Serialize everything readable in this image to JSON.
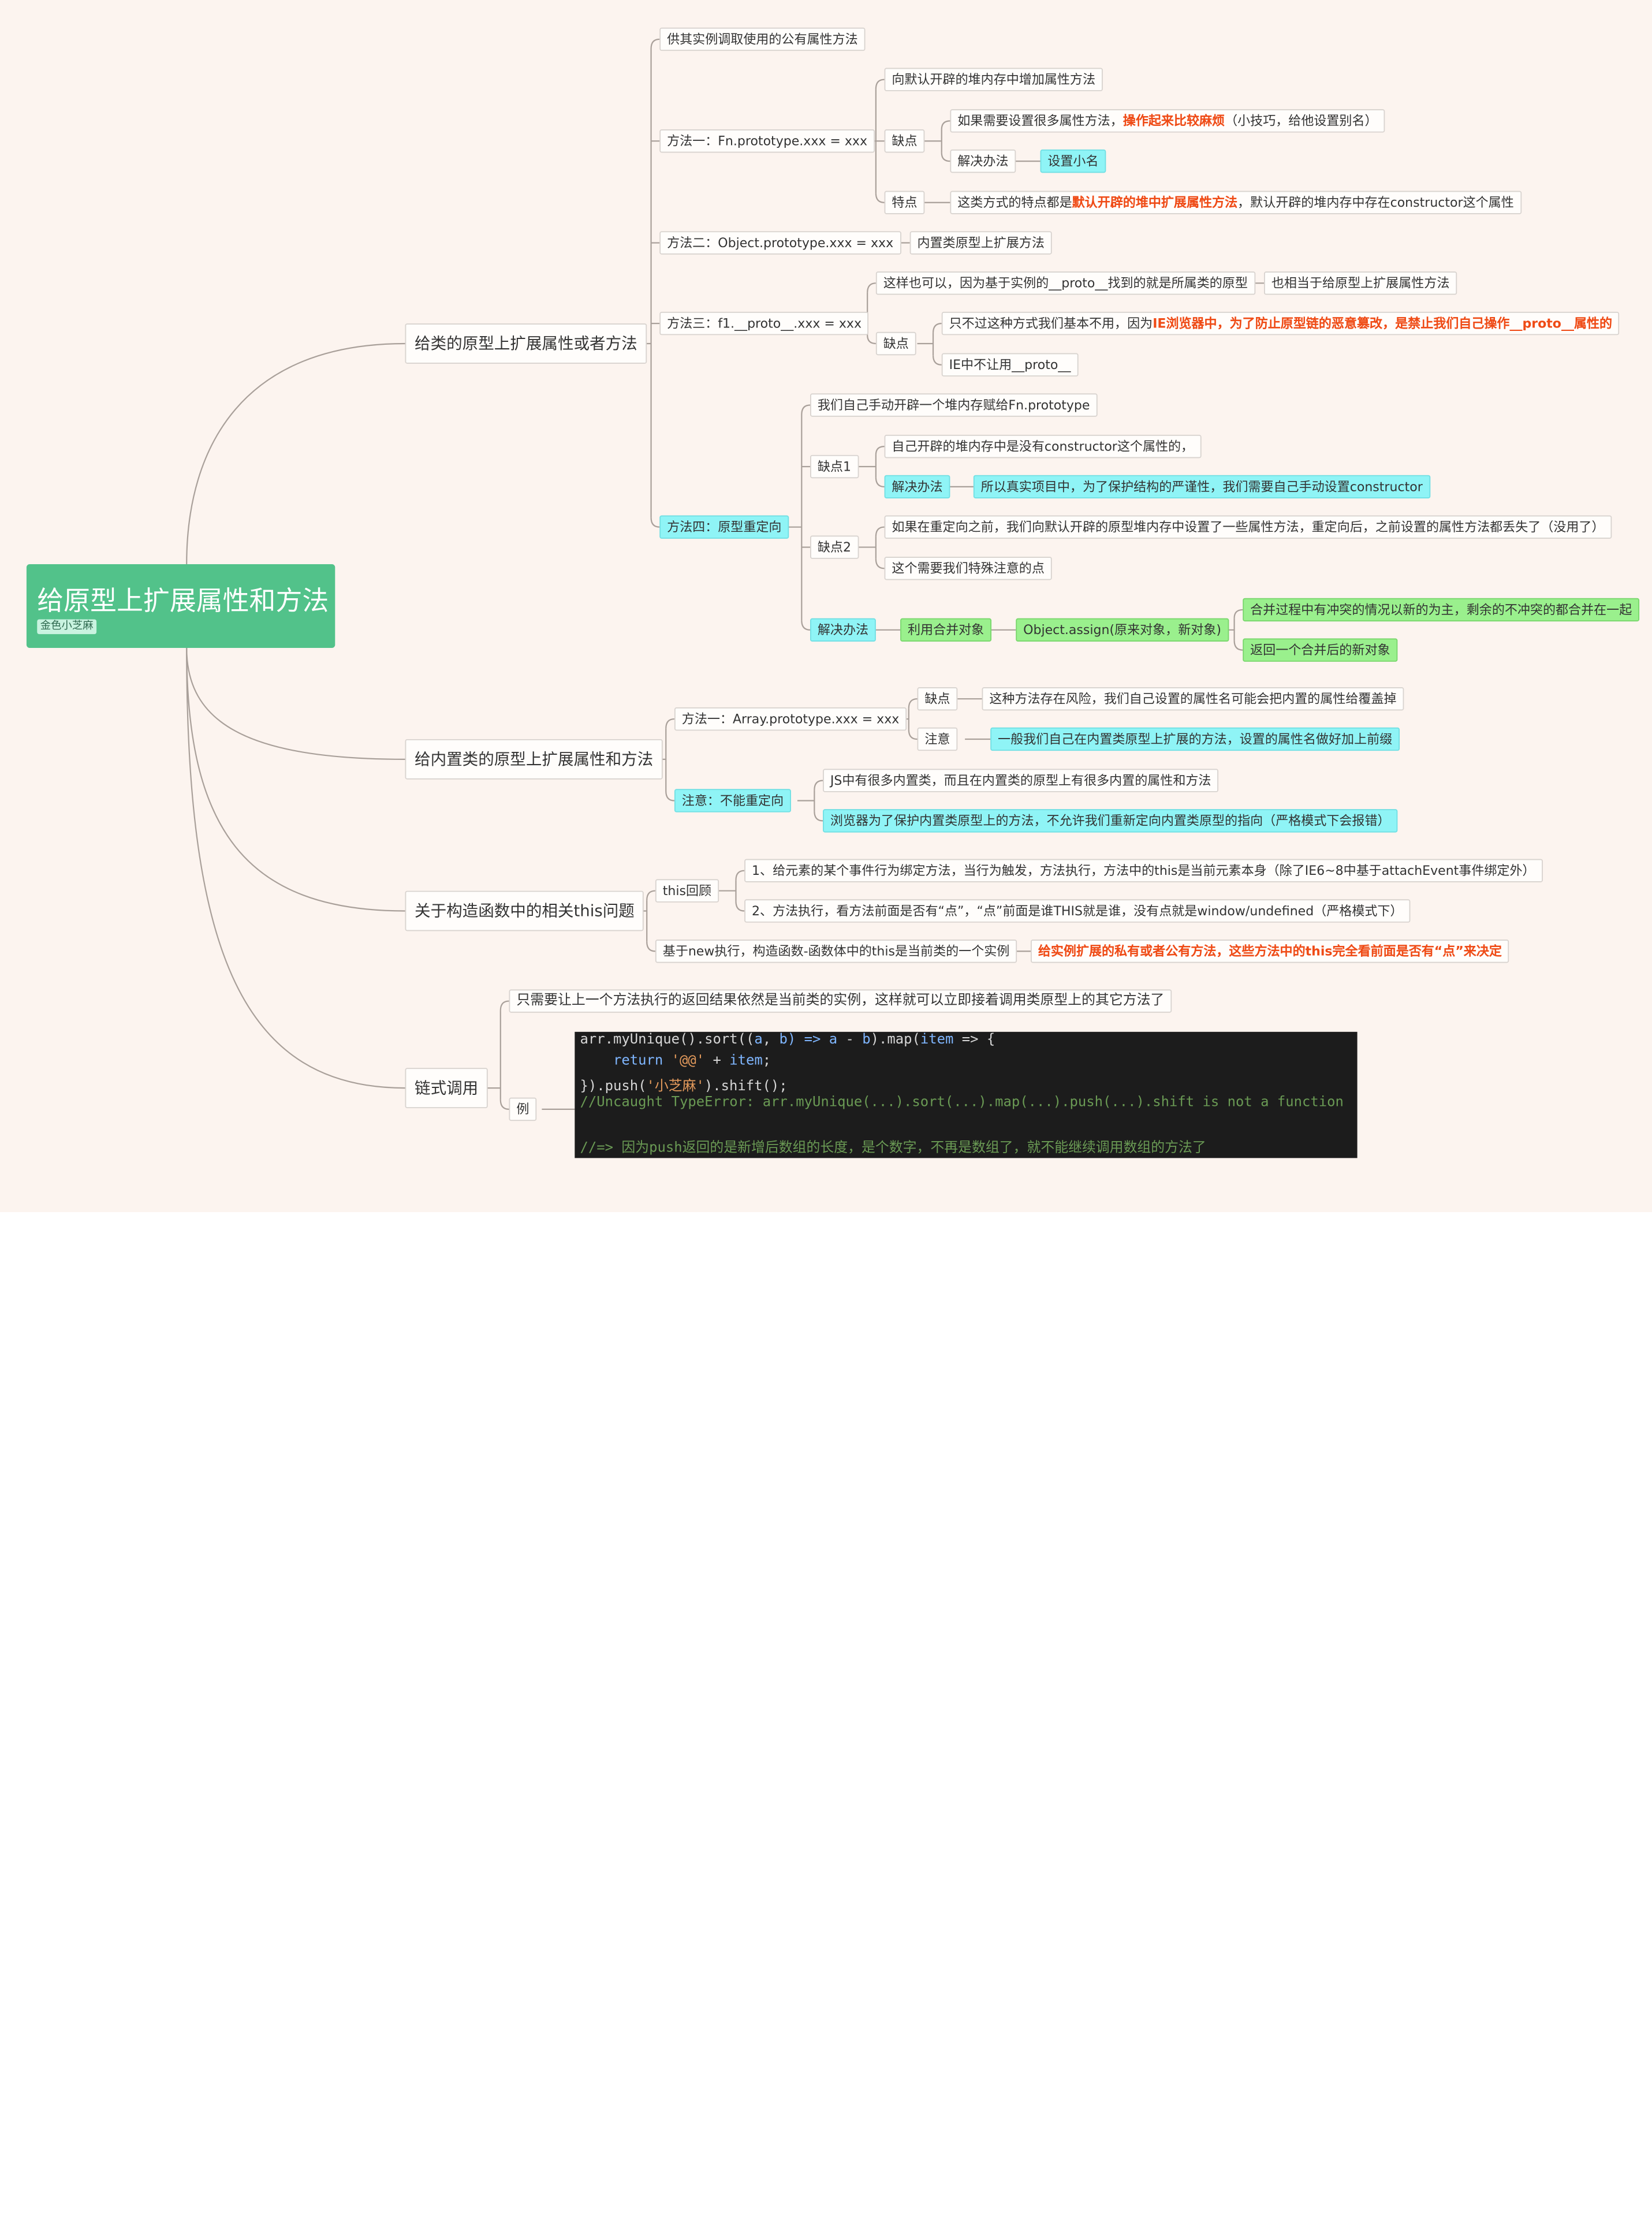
{
  "root": {
    "title": "给原型上扩展属性和方法",
    "author": "金色小芝麻"
  },
  "b1": {
    "label": "给类的原型上扩展属性或者方法",
    "public": "供其实例调取使用的公有属性方法",
    "m1": {
      "label": "方法一：Fn.prototype.xxx = xxx",
      "add": "向默认开辟的堆内存中增加属性方法",
      "cons": "缺点",
      "cons_text": {
        "a": "如果需要设置很多属性方法，",
        "b": "操作起来比较麻烦",
        "c": "（小技巧，给他设置别名）"
      },
      "solution": "解决办法",
      "alias": "设置小名",
      "feature": "特点",
      "feature_text": {
        "a": "这类方式的特点都是",
        "b": "默认开辟的堆中扩展属性方法",
        "c": "，默认开辟的堆内存中存在constructor这个属性"
      }
    },
    "m2": {
      "label": "方法二：Object.prototype.xxx = xxx",
      "note": "内置类原型上扩展方法"
    },
    "m3": {
      "label": "方法三：f1.__proto__.xxx = xxx",
      "also": "这样也可以，因为基于实例的__proto__找到的就是所属类的原型",
      "equiv": "也相当于给原型上扩展属性方法",
      "cons": "缺点",
      "cons1": {
        "a": "只不过这种方式我们基本不用，因为",
        "b": "IE浏览器中，为了防止原型链的恶意篡改，是禁止我们自己操作__proto__属性的"
      },
      "cons2": "IE中不让用__proto__"
    },
    "m4": {
      "label": "方法四：原型重定向",
      "manual": "我们自己手动开辟一个堆内存赋给Fn.prototype",
      "cons1": "缺点1",
      "no_ctor": "自己开辟的堆内存中是没有constructor这个属性的，",
      "sol1": "解决办法",
      "sol1_text": "所以真实项目中，为了保护结构的严谨性，我们需要自己手动设置constructor",
      "cons2": "缺点2",
      "lost": "如果在重定向之前，我们向默认开辟的原型堆内存中设置了一些属性方法，重定向后，之前设置的属性方法都丢失了（没用了）",
      "attention": "这个需要我们特殊注意的点",
      "sol2": "解决办法",
      "merge": "利用合并对象",
      "assign": "Object.assign(原来对象，新对象)",
      "conflict": "合并过程中有冲突的情况以新的为主，剩余的不冲突的都合并在一起",
      "returns": "返回一个合并后的新对象"
    }
  },
  "b2": {
    "label": "给内置类的原型上扩展属性和方法",
    "m1": {
      "label": "方法一：Array.prototype.xxx = xxx",
      "cons": "缺点",
      "cons_text": "这种方法存在风险，我们自己设置的属性名可能会把内置的属性给覆盖掉",
      "note": "注意",
      "note_text": "一般我们自己在内置类原型上扩展的方法，设置的属性名做好加上前缀"
    },
    "note": {
      "label": "注意：不能重定向",
      "many": "JS中有很多内置类，而且在内置类的原型上有很多内置的属性和方法",
      "browser": "浏览器为了保护内置类原型上的方法，不允许我们重新定向内置类原型的指向（严格模式下会报错）"
    }
  },
  "b3": {
    "label": "关于构造函数中的相关this问题",
    "review": "this回顾",
    "r1": "1、给元素的某个事件行为绑定方法，当行为触发，方法执行，方法中的this是当前元素本身（除了IE6~8中基于attachEvent事件绑定外）",
    "r2": "2、方法执行，看方法前面是否有“点”，“点”前面是谁THIS就是谁，没有点就是window/undefined（严格模式下）",
    "newexec": "基于new执行，构造函数-函数体中的this是当前类的一个实例",
    "decide": "给实例扩展的私有或者公有方法，这些方法中的this完全看前面是否有“点”来决定"
  },
  "b4": {
    "label": "链式调用",
    "desc": "只需要让上一个方法执行的返回结果依然是当前类的实例，这样就可以立即接着调用类原型上的其它方法了",
    "example": "例",
    "code": {
      "l1a": "arr.",
      "l1b": "myUnique",
      "l1c": "().",
      "l1d": "sort",
      "l1e": "((",
      "l1f": "a",
      "l1g": ", ",
      "l1h": "b",
      "l1i": ") => ",
      "l1j": "a",
      "l1k": " - ",
      "l1l": "b",
      "l1m": ").",
      "l1n": "map",
      "l1o": "(",
      "l1p": "item",
      "l1q": " => {",
      "l2a": "    return ",
      "l2b": "'@@'",
      "l2c": " + ",
      "l2d": "item",
      "l2e": ";",
      "l3a": "}).",
      "l3b": "push",
      "l3c": "(",
      "l3d": "'小芝麻'",
      "l3e": ").",
      "l3f": "shift",
      "l3g": "();",
      "l4": "//Uncaught TypeError: arr.myUnique(...).sort(...).map(...).push(...).shift is not a function",
      "l5": "//=> 因为push返回的是新增后数组的长度，是个数字，不再是数组了，就不能继续调用数组的方法了"
    }
  }
}
